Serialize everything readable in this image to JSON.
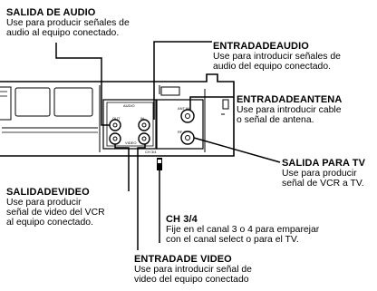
{
  "callouts": {
    "salida_audio": {
      "title": "SALIDA DE AUDIO",
      "lines": [
        "Use para producir señales de",
        "audio al equipo conectado."
      ]
    },
    "entrada_audio": {
      "title": "ENTRADADEAUDIO",
      "lines": [
        "Use para introducir señales de",
        "audio del equipo conectado."
      ]
    },
    "entrada_antena": {
      "title": "ENTRADADEANTENA",
      "lines": [
        "Use para introducir cable",
        "o señal de antena."
      ]
    },
    "salida_tv": {
      "title": "SALIDA PARA TV",
      "lines": [
        "Use para producir",
        "señal de VCR a TV."
      ]
    },
    "salida_video": {
      "title": "SALIDADEVIDEO",
      "lines": [
        "Use para producir",
        "señal de video del VCR",
        "al equipo conectado."
      ]
    },
    "ch34": {
      "title": "CH 3/4",
      "lines": [
        "Fije en el canal 3 o 4 para emparejar",
        "con el canal select o para el TV."
      ]
    },
    "entrada_video": {
      "title": "ENTRADADE VIDEO",
      "lines": [
        "Use para introducir señal de",
        "video del equipo conectado"
      ]
    }
  },
  "panel_labels": {
    "audio": "AUDIO",
    "out": "OUT",
    "in": "IN",
    "video": "VIDEO",
    "ant_in": "ANT IN",
    "rf_out": "RF OUT",
    "ch": "CH 3/4"
  }
}
